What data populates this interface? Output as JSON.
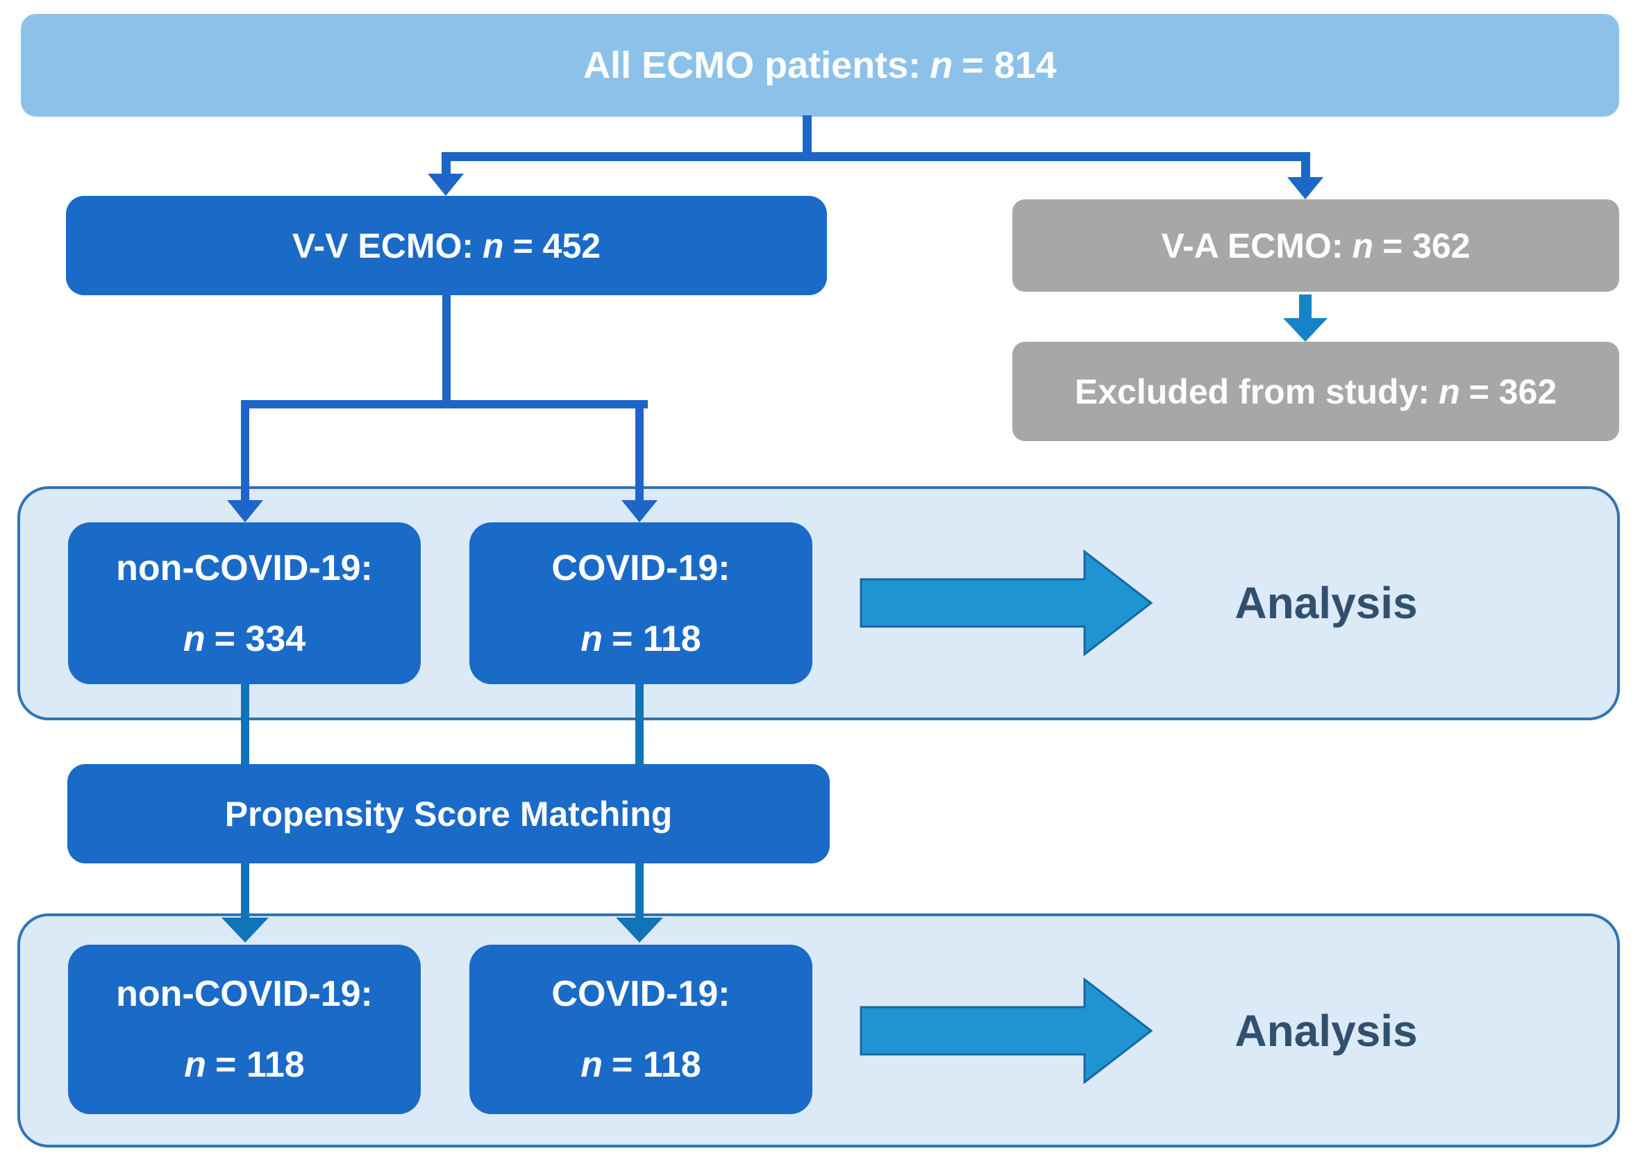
{
  "title": "ECMO patient flow diagram",
  "colors": {
    "light-blue": "#8CC2E9",
    "box-blue": "#1A6AC8",
    "box-gray": "#A7A7A7",
    "panel-fill": "#DCE9F6",
    "panel-border": "#2E74B5",
    "line-royal": "#1D66C8",
    "line-teal": "#1173B8",
    "arrow-cyan": "#1483C8",
    "big-arrow-fill": "#1F94D3",
    "big-arrow-stroke": "#1468A4",
    "analysis-text": "#31506E"
  },
  "nodes": {
    "all_ecmo": {
      "prefix": "All ECMO patients:",
      "n": "n",
      "value": "= 814"
    },
    "vv_ecmo": {
      "prefix": "V-V ECMO:",
      "n": "n",
      "value": "= 452"
    },
    "va_ecmo": {
      "prefix": "V-A ECMO:",
      "n": "n",
      "value": "= 362"
    },
    "excluded": {
      "prefix": "Excluded from study:",
      "n": "n",
      "value": "= 362"
    },
    "non_covid_unmatched": {
      "title": "non-COVID-19:",
      "n": "n",
      "value": "= 334"
    },
    "covid_unmatched": {
      "title": "COVID-19:",
      "n": "n",
      "value": "= 118"
    },
    "psm": {
      "label": "Propensity Score Matching"
    },
    "non_covid_matched": {
      "title": "non-COVID-19:",
      "n": "n",
      "value": "= 118"
    },
    "covid_matched": {
      "title": "COVID-19:",
      "n": "n",
      "value": "= 118"
    },
    "analysis_unmatched": {
      "label": "Analysis"
    },
    "analysis_matched": {
      "label": "Analysis"
    }
  }
}
